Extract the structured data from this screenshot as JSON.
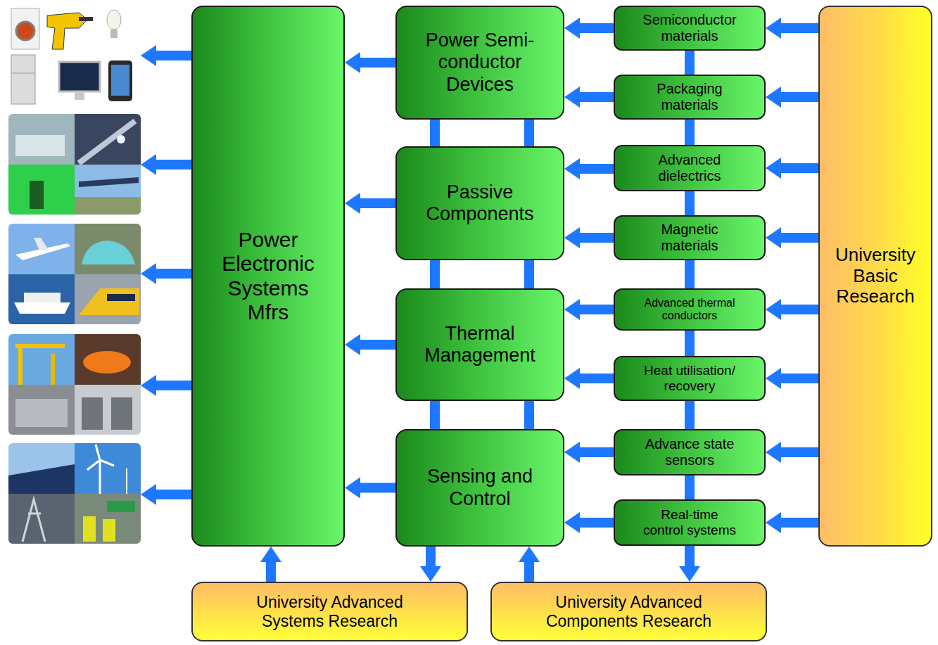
{
  "diagram": {
    "nodes": [
      {
        "text": [
          "Power Electronic Systems Mfrs"
        ]
      },
      {
        "text": [
          "Power Semi-conductor Devices"
        ]
      },
      {
        "text": [
          "Passive Components"
        ]
      },
      {
        "text": [
          "Thermal Management"
        ]
      },
      {
        "text": [
          "Sensing and Control"
        ]
      },
      {
        "text": [
          "Semiconductor materials"
        ]
      },
      {
        "text": [
          "Packaging materials"
        ]
      },
      {
        "text": [
          "Advanced dielectrics"
        ]
      },
      {
        "text": [
          "Magnetic materials"
        ]
      },
      {
        "text": [
          "Advanced thermal conductors"
        ]
      },
      {
        "text": [
          "Heat utilisation/ recovery"
        ]
      },
      {
        "text": [
          "Advance state sensors"
        ]
      },
      {
        "text": [
          "Real-time control systems"
        ]
      },
      {
        "text": [
          "University Basic Research"
        ]
      },
      {
        "text": [
          "University Advanced Systems Research"
        ]
      },
      {
        "text": [
          "University Advanced Components Research"
        ]
      }
    ],
    "edges": [
      {
        "from": 13,
        "to": 5,
        "arrow": "to"
      },
      {
        "from": 13,
        "to": 6,
        "arrow": "to"
      },
      {
        "from": 13,
        "to": 7,
        "arrow": "to"
      },
      {
        "from": 13,
        "to": 8,
        "arrow": "to"
      },
      {
        "from": 13,
        "to": 9,
        "arrow": "to"
      },
      {
        "from": 13,
        "to": 10,
        "arrow": "to"
      },
      {
        "from": 13,
        "to": 11,
        "arrow": "to"
      },
      {
        "from": 13,
        "to": 12,
        "arrow": "to"
      },
      {
        "from": 5,
        "to": 1,
        "arrow": "to"
      },
      {
        "from": 6,
        "to": 1,
        "arrow": "to"
      },
      {
        "from": 7,
        "to": 2,
        "arrow": "to"
      },
      {
        "from": 8,
        "to": 2,
        "arrow": "to"
      },
      {
        "from": 9,
        "to": 3,
        "arrow": "to"
      },
      {
        "from": 10,
        "to": 3,
        "arrow": "to"
      },
      {
        "from": 11,
        "to": 4,
        "arrow": "to"
      },
      {
        "from": 12,
        "to": 4,
        "arrow": "to"
      },
      {
        "from": 1,
        "to": 0,
        "arrow": "to"
      },
      {
        "from": 2,
        "to": 0,
        "arrow": "to"
      },
      {
        "from": 3,
        "to": 0,
        "arrow": "to"
      },
      {
        "from": 4,
        "to": 0,
        "arrow": "to"
      },
      {
        "from": 1,
        "to": 2,
        "arrow": "none"
      },
      {
        "from": 1,
        "to": 2,
        "arrow": "none"
      },
      {
        "from": 2,
        "to": 3,
        "arrow": "none"
      },
      {
        "from": 2,
        "to": 3,
        "arrow": "none"
      },
      {
        "from": 3,
        "to": 4,
        "arrow": "none"
      },
      {
        "from": 3,
        "to": 4,
        "arrow": "none"
      },
      {
        "from": 5,
        "to": 6,
        "arrow": "none"
      },
      {
        "from": 6,
        "to": 7,
        "arrow": "none"
      },
      {
        "from": 7,
        "to": 8,
        "arrow": "none"
      },
      {
        "from": 8,
        "to": 9,
        "arrow": "none"
      },
      {
        "from": 9,
        "to": 10,
        "arrow": "none"
      },
      {
        "from": 10,
        "to": 11,
        "arrow": "none"
      },
      {
        "from": 11,
        "to": 12,
        "arrow": "none"
      },
      {
        "from": 12,
        "to": 15,
        "arrow": "to"
      },
      {
        "from": 4,
        "to": 14,
        "arrow": "to"
      },
      {
        "from": 15,
        "to": 4,
        "arrow": "to"
      },
      {
        "from": 14,
        "to": 0,
        "arrow": "to"
      }
    ]
  }
}
